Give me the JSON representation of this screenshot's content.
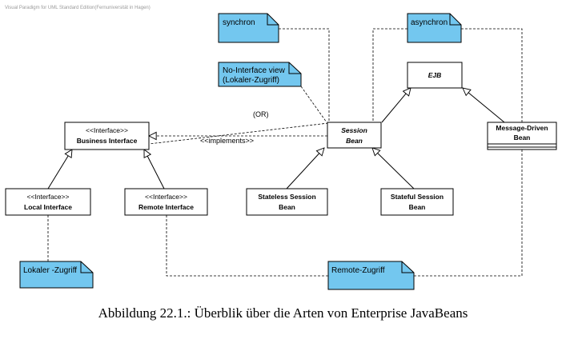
{
  "watermark": "Visual Paradigm for UML Standard Edition(Fernuniversität in Hagen)",
  "classes": {
    "business_interface": {
      "stereotype": "<<Interface>>",
      "name": "Business Interface"
    },
    "local_interface": {
      "stereotype": "<<Interface>>",
      "name": "Local Interface"
    },
    "remote_interface": {
      "stereotype": "<<Interface>>",
      "name": "Remote Interface"
    },
    "session_bean": {
      "name_line1": "Session",
      "name_line2": "Bean"
    },
    "ejb": {
      "name": "EJB"
    },
    "message_driven_bean": {
      "name_line1": "Message-Driven",
      "name_line2": "Bean"
    },
    "stateless_session_bean": {
      "name_line1": "Stateless Session",
      "name_line2": "Bean"
    },
    "stateful_session_bean": {
      "name_line1": "Stateful Session",
      "name_line2": "Bean"
    }
  },
  "notes": {
    "synchron": "synchron",
    "asynchron": "asynchron",
    "no_interface_line1": "No-Interface view",
    "no_interface_line2": "(Lokaler-Zugriff)",
    "lokaler_zugriff": "Lokaler -Zugriff",
    "remote_zugriff": "Remote-Zugriff"
  },
  "connector_labels": {
    "or": "(OR)",
    "implements": "<<implements>>"
  },
  "caption": "Abbildung 22.1.: Überblik über die Arten von Enterprise JavaBeans",
  "colors": {
    "note_fill": "#73c7ef",
    "line": "#000000"
  }
}
